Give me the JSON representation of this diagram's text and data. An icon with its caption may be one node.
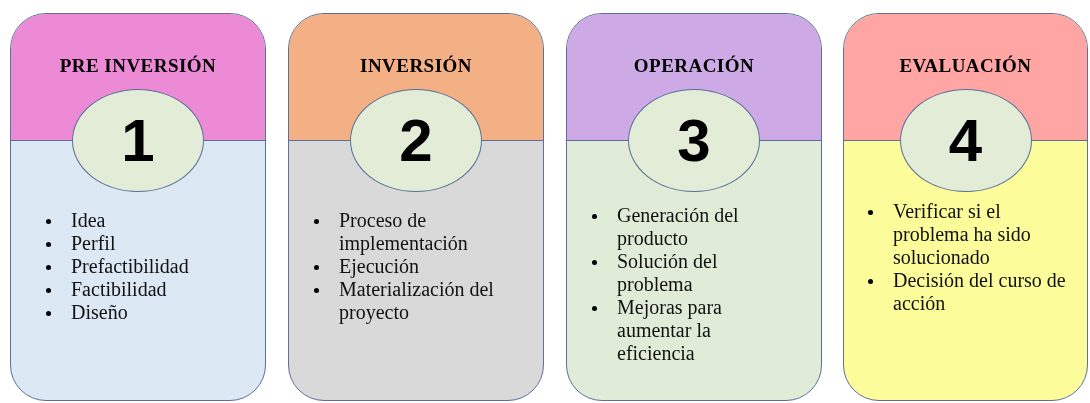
{
  "diagram": {
    "nodes": [
      {
        "text": [
          "PRE INVERSIÓN",
          "Idea",
          "Perfil",
          "Prefactibilidad",
          "Factibilidad",
          "Diseño"
        ]
      },
      {
        "text": [
          "1"
        ],
        "in": 0
      },
      {
        "text": [
          "INVERSIÓN",
          "Proceso de implementación",
          "Ejecución",
          "Materialización del proyecto"
        ]
      },
      {
        "text": [
          "2"
        ],
        "in": 2
      },
      {
        "text": [
          "OPERACIÓN",
          "Generación del producto",
          "Solución del problema",
          "Mejoras para aumentar la eficiencia"
        ]
      },
      {
        "text": [
          "3"
        ],
        "in": 4
      },
      {
        "text": [
          "EVALUACIÓN",
          "Verificar si el problema ha sido solucionado",
          "Decisión del curso de acción"
        ]
      },
      {
        "text": [
          "4"
        ],
        "in": 6
      }
    ]
  }
}
